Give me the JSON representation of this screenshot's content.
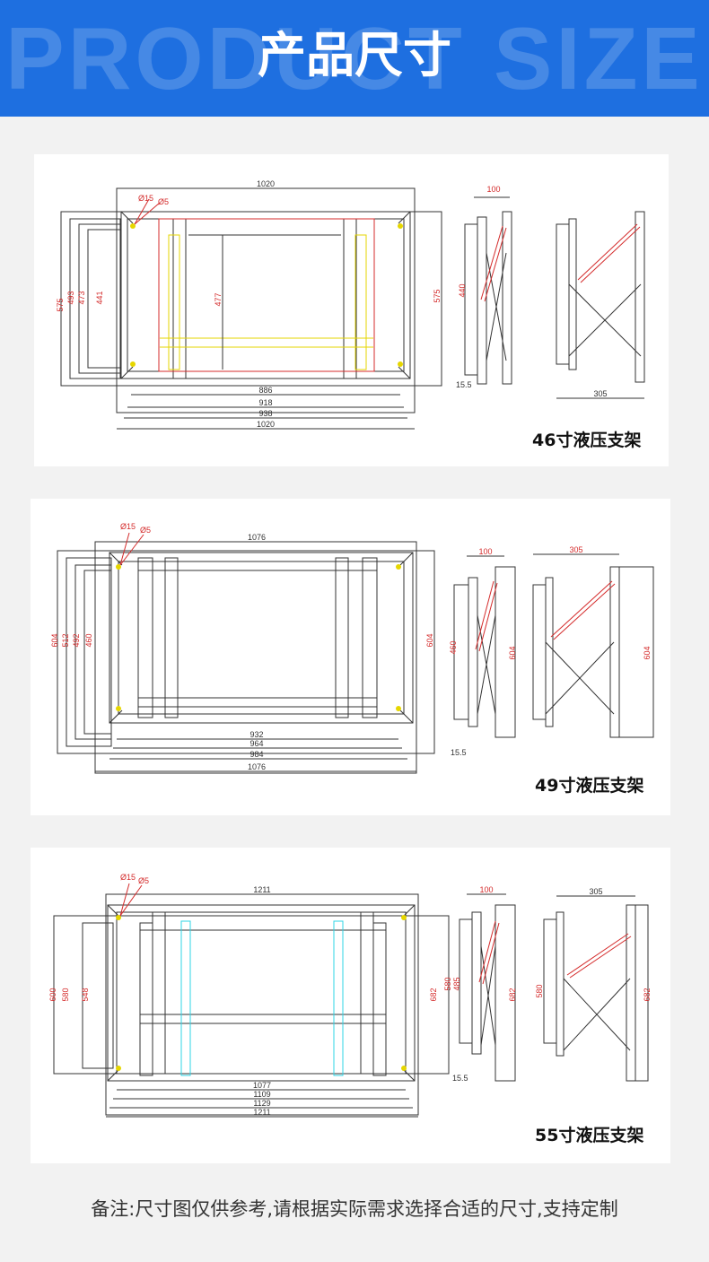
{
  "header": {
    "background_text": "PRODUCT SIZE",
    "title": "产品尺寸",
    "color": "#1e6fe0"
  },
  "panels": [
    {
      "caption": "46寸液压支架",
      "front": {
        "top_width": "1020",
        "bottom_widths": [
          "886",
          "918",
          "938",
          "1020"
        ],
        "left_heights": [
          "575",
          "493",
          "473",
          "441"
        ],
        "inner_height": "477",
        "right_height": "575",
        "hole_labels": [
          "Ø15",
          "Ø5"
        ]
      },
      "side": {
        "depth": "100",
        "height": "440",
        "offset": "15.5"
      },
      "extended": {
        "depth": "305"
      }
    },
    {
      "caption": "49寸液压支架",
      "front": {
        "top_width": "1076",
        "bottom_widths": [
          "932",
          "964",
          "984",
          "1076"
        ],
        "left_heights": [
          "604",
          "512",
          "492",
          "460"
        ],
        "right_height": "604",
        "hole_labels": [
          "Ø15",
          "Ø5"
        ]
      },
      "side": {
        "depth": "100",
        "height": "460",
        "height2": "604",
        "offset": "15.5"
      },
      "extended": {
        "depth": "305",
        "height": "604"
      }
    },
    {
      "caption": "55寸液压支架",
      "front": {
        "top_width": "1211",
        "bottom_widths": [
          "1077",
          "1109",
          "1129",
          "1211"
        ],
        "left_heights": [
          "600",
          "580",
          "548"
        ],
        "right_height": "682",
        "hole_labels": [
          "Ø15",
          "Ø5"
        ]
      },
      "side": {
        "depth": "100",
        "height": "485",
        "height_small": "580",
        "height2": "682",
        "offset": "15.5"
      },
      "extended": {
        "depth": "305",
        "height": "580",
        "height2": "682"
      }
    }
  ],
  "note": "备注:尺寸图仅供参考,请根据实际需求选择合适的尺寸,支持定制"
}
